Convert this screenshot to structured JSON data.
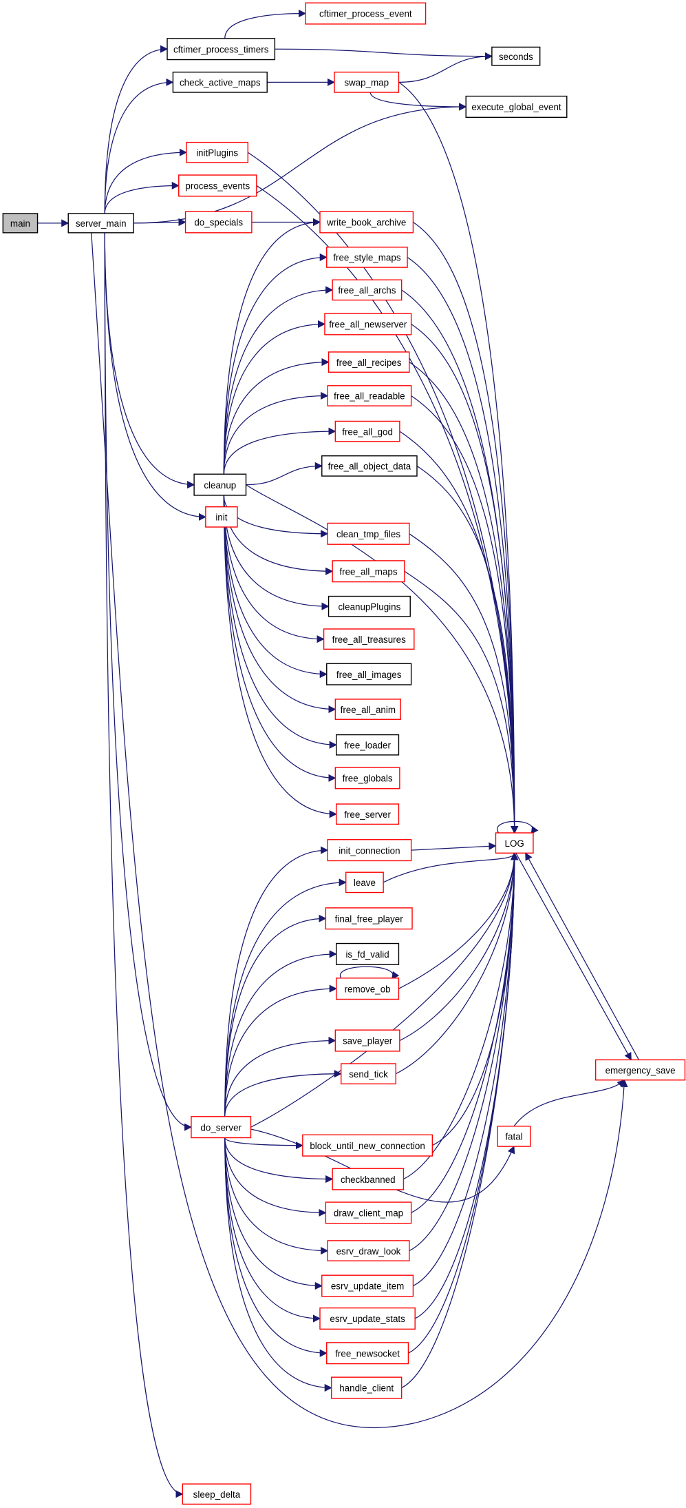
{
  "colors": {
    "edge": "#191970",
    "red_border": "#ff0000",
    "black_border": "#000000",
    "root_fill": "#bfbfbf",
    "fill": "#ffffff"
  },
  "nodes": [
    {
      "id": "main",
      "label": "main",
      "style": "root"
    },
    {
      "id": "server_main",
      "label": "server_main",
      "style": "black"
    },
    {
      "id": "cftimer_process_event",
      "label": "cftimer_process_event",
      "style": "red"
    },
    {
      "id": "cftimer_process_timers",
      "label": "cftimer_process_timers",
      "style": "black"
    },
    {
      "id": "seconds",
      "label": "seconds",
      "style": "black"
    },
    {
      "id": "check_active_maps",
      "label": "check_active_maps",
      "style": "black"
    },
    {
      "id": "swap_map",
      "label": "swap_map",
      "style": "red"
    },
    {
      "id": "execute_global_event",
      "label": "execute_global_event",
      "style": "black"
    },
    {
      "id": "initPlugins",
      "label": "initPlugins",
      "style": "red"
    },
    {
      "id": "process_events",
      "label": "process_events",
      "style": "red"
    },
    {
      "id": "do_specials",
      "label": "do_specials",
      "style": "red"
    },
    {
      "id": "write_book_archive",
      "label": "write_book_archive",
      "style": "red"
    },
    {
      "id": "free_style_maps",
      "label": "free_style_maps",
      "style": "red"
    },
    {
      "id": "free_all_archs",
      "label": "free_all_archs",
      "style": "red"
    },
    {
      "id": "free_all_newserver",
      "label": "free_all_newserver",
      "style": "red"
    },
    {
      "id": "free_all_recipes",
      "label": "free_all_recipes",
      "style": "red"
    },
    {
      "id": "free_all_readable",
      "label": "free_all_readable",
      "style": "red"
    },
    {
      "id": "free_all_god",
      "label": "free_all_god",
      "style": "red"
    },
    {
      "id": "free_all_object_data",
      "label": "free_all_object_data",
      "style": "black"
    },
    {
      "id": "cleanup",
      "label": "cleanup",
      "style": "black"
    },
    {
      "id": "init",
      "label": "init",
      "style": "red"
    },
    {
      "id": "clean_tmp_files",
      "label": "clean_tmp_files",
      "style": "red"
    },
    {
      "id": "free_all_maps",
      "label": "free_all_maps",
      "style": "red"
    },
    {
      "id": "cleanupPlugins",
      "label": "cleanupPlugins",
      "style": "black"
    },
    {
      "id": "free_all_treasures",
      "label": "free_all_treasures",
      "style": "red"
    },
    {
      "id": "free_all_images",
      "label": "free_all_images",
      "style": "black"
    },
    {
      "id": "free_all_anim",
      "label": "free_all_anim",
      "style": "red"
    },
    {
      "id": "free_loader",
      "label": "free_loader",
      "style": "black"
    },
    {
      "id": "free_globals",
      "label": "free_globals",
      "style": "red"
    },
    {
      "id": "free_server",
      "label": "free_server",
      "style": "red"
    },
    {
      "id": "init_connection",
      "label": "init_connection",
      "style": "red"
    },
    {
      "id": "LOG",
      "label": "LOG",
      "style": "red"
    },
    {
      "id": "leave",
      "label": "leave",
      "style": "red"
    },
    {
      "id": "final_free_player",
      "label": "final_free_player",
      "style": "red"
    },
    {
      "id": "is_fd_valid",
      "label": "is_fd_valid",
      "style": "black"
    },
    {
      "id": "remove_ob",
      "label": "remove_ob",
      "style": "red"
    },
    {
      "id": "emergency_save",
      "label": "emergency_save",
      "style": "red"
    },
    {
      "id": "save_player",
      "label": "save_player",
      "style": "red"
    },
    {
      "id": "send_tick",
      "label": "send_tick",
      "style": "red"
    },
    {
      "id": "do_server",
      "label": "do_server",
      "style": "red"
    },
    {
      "id": "block_until_new_connection",
      "label": "block_until_new_connection",
      "style": "red"
    },
    {
      "id": "fatal",
      "label": "fatal",
      "style": "red"
    },
    {
      "id": "checkbanned",
      "label": "checkbanned",
      "style": "red"
    },
    {
      "id": "draw_client_map",
      "label": "draw_client_map",
      "style": "red"
    },
    {
      "id": "esrv_draw_look",
      "label": "esrv_draw_look",
      "style": "red"
    },
    {
      "id": "esrv_update_item",
      "label": "esrv_update_item",
      "style": "red"
    },
    {
      "id": "esrv_update_stats",
      "label": "esrv_update_stats",
      "style": "red"
    },
    {
      "id": "free_newsocket",
      "label": "free_newsocket",
      "style": "red"
    },
    {
      "id": "handle_client",
      "label": "handle_client",
      "style": "red"
    },
    {
      "id": "sleep_delta",
      "label": "sleep_delta",
      "style": "red"
    }
  ],
  "edges": [
    [
      "main",
      "server_main"
    ],
    [
      "server_main",
      "cftimer_process_timers"
    ],
    [
      "server_main",
      "check_active_maps"
    ],
    [
      "server_main",
      "execute_global_event"
    ],
    [
      "server_main",
      "initPlugins"
    ],
    [
      "server_main",
      "process_events"
    ],
    [
      "server_main",
      "do_specials"
    ],
    [
      "server_main",
      "cleanup"
    ],
    [
      "server_main",
      "init"
    ],
    [
      "server_main",
      "do_server"
    ],
    [
      "server_main",
      "emergency_save"
    ],
    [
      "server_main",
      "sleep_delta"
    ],
    [
      "cftimer_process_timers",
      "cftimer_process_event"
    ],
    [
      "cftimer_process_timers",
      "seconds"
    ],
    [
      "check_active_maps",
      "swap_map"
    ],
    [
      "swap_map",
      "seconds"
    ],
    [
      "swap_map",
      "execute_global_event"
    ],
    [
      "swap_map",
      "LOG"
    ],
    [
      "initPlugins",
      "LOG"
    ],
    [
      "process_events",
      "LOG"
    ],
    [
      "do_specials",
      "write_book_archive"
    ],
    [
      "cleanup",
      "write_book_archive"
    ],
    [
      "cleanup",
      "free_style_maps"
    ],
    [
      "cleanup",
      "free_all_archs"
    ],
    [
      "cleanup",
      "free_all_newserver"
    ],
    [
      "cleanup",
      "free_all_recipes"
    ],
    [
      "cleanup",
      "free_all_readable"
    ],
    [
      "cleanup",
      "free_all_god"
    ],
    [
      "cleanup",
      "free_all_object_data"
    ],
    [
      "cleanup",
      "clean_tmp_files"
    ],
    [
      "cleanup",
      "free_all_maps"
    ],
    [
      "cleanup",
      "cleanupPlugins"
    ],
    [
      "cleanup",
      "free_all_treasures"
    ],
    [
      "cleanup",
      "free_all_images"
    ],
    [
      "cleanup",
      "free_all_anim"
    ],
    [
      "cleanup",
      "free_loader"
    ],
    [
      "cleanup",
      "free_globals"
    ],
    [
      "cleanup",
      "free_server"
    ],
    [
      "cleanup",
      "LOG"
    ],
    [
      "write_book_archive",
      "LOG"
    ],
    [
      "free_style_maps",
      "LOG"
    ],
    [
      "free_all_archs",
      "LOG"
    ],
    [
      "free_all_newserver",
      "LOG"
    ],
    [
      "free_all_recipes",
      "LOG"
    ],
    [
      "free_all_readable",
      "LOG"
    ],
    [
      "free_all_god",
      "LOG"
    ],
    [
      "free_all_object_data",
      "LOG"
    ],
    [
      "clean_tmp_files",
      "LOG"
    ],
    [
      "free_all_maps",
      "LOG"
    ],
    [
      "do_server",
      "init_connection"
    ],
    [
      "do_server",
      "leave"
    ],
    [
      "do_server",
      "final_free_player"
    ],
    [
      "do_server",
      "is_fd_valid"
    ],
    [
      "do_server",
      "remove_ob"
    ],
    [
      "do_server",
      "save_player"
    ],
    [
      "do_server",
      "send_tick"
    ],
    [
      "do_server",
      "LOG"
    ],
    [
      "do_server",
      "block_until_new_connection"
    ],
    [
      "do_server",
      "checkbanned"
    ],
    [
      "do_server",
      "draw_client_map"
    ],
    [
      "do_server",
      "esrv_draw_look"
    ],
    [
      "do_server",
      "esrv_update_item"
    ],
    [
      "do_server",
      "esrv_update_stats"
    ],
    [
      "do_server",
      "free_newsocket"
    ],
    [
      "do_server",
      "handle_client"
    ],
    [
      "do_server",
      "fatal"
    ],
    [
      "init_connection",
      "LOG"
    ],
    [
      "leave",
      "LOG"
    ],
    [
      "remove_ob",
      "LOG"
    ],
    [
      "remove_ob",
      "remove_ob"
    ],
    [
      "save_player",
      "LOG"
    ],
    [
      "send_tick",
      "LOG"
    ],
    [
      "block_until_new_connection",
      "LOG"
    ],
    [
      "checkbanned",
      "LOG"
    ],
    [
      "draw_client_map",
      "LOG"
    ],
    [
      "esrv_draw_look",
      "LOG"
    ],
    [
      "esrv_update_item",
      "LOG"
    ],
    [
      "esrv_update_stats",
      "LOG"
    ],
    [
      "free_newsocket",
      "LOG"
    ],
    [
      "handle_client",
      "LOG"
    ],
    [
      "LOG",
      "LOG"
    ],
    [
      "LOG",
      "emergency_save"
    ],
    [
      "emergency_save",
      "LOG"
    ],
    [
      "fatal",
      "emergency_save"
    ]
  ]
}
